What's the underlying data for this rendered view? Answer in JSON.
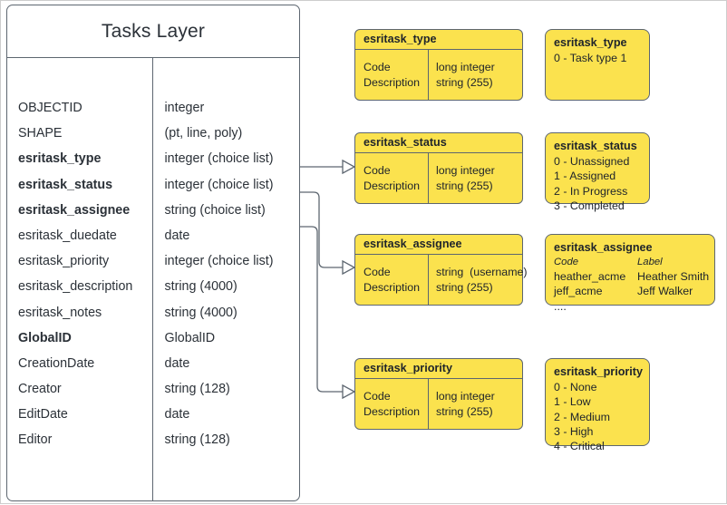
{
  "diagram": {
    "title": "Tasks Layer",
    "accent_yellow": "#fbe24e",
    "stroke": "#5d6670",
    "frame": "#cdcdcd"
  },
  "tasks_layer": {
    "title": "Tasks Layer",
    "fields": [
      {
        "name": "OBJECTID",
        "type": "integer",
        "bold": false
      },
      {
        "name": "SHAPE",
        "type": "(pt, line, poly)",
        "bold": false
      },
      {
        "name": "esritask_type",
        "type": "integer (choice list)",
        "bold": true
      },
      {
        "name": "esritask_status",
        "type": "integer (choice list)",
        "bold": true
      },
      {
        "name": "esritask_assignee",
        "type": "string (choice list)",
        "bold": true
      },
      {
        "name": "esritask_duedate",
        "type": "date",
        "bold": false
      },
      {
        "name": "esritask_priority",
        "type": "integer (choice list)",
        "bold": false
      },
      {
        "name": "esritask_description",
        "type": "string (4000)",
        "bold": false
      },
      {
        "name": "esritask_notes",
        "type": "string (4000)",
        "bold": false
      },
      {
        "name": "GlobalID",
        "type": "GlobalID",
        "bold": true
      },
      {
        "name": "CreationDate",
        "type": "date",
        "bold": false
      },
      {
        "name": "Creator",
        "type": "string (128)",
        "bold": false
      },
      {
        "name": "EditDate",
        "type": "date",
        "bold": false
      },
      {
        "name": "Editor",
        "type": "string (128)",
        "bold": false
      }
    ]
  },
  "tables": [
    {
      "id": "type",
      "title": "esritask_type",
      "fields": [
        "Code",
        "Description"
      ],
      "types": [
        "long integer",
        "string (255)"
      ]
    },
    {
      "id": "status",
      "title": "esritask_status",
      "fields": [
        "Code",
        "Description"
      ],
      "types": [
        "long integer",
        "string (255)"
      ]
    },
    {
      "id": "assignee",
      "title": "esritask_assignee",
      "fields": [
        "Code",
        "Description"
      ],
      "types": [
        "string  (username)",
        "string (255)"
      ]
    },
    {
      "id": "priority",
      "title": "esritask_priority",
      "fields": [
        "Code",
        "Description"
      ],
      "types": [
        "long integer",
        "string (255)"
      ]
    }
  ],
  "domains": [
    {
      "id": "type",
      "title": "esritask_type",
      "lines": [
        "0 - Task type 1"
      ]
    },
    {
      "id": "status",
      "title": "esritask_status",
      "lines": [
        "0 - Unassigned",
        "1 - Assigned",
        "2 - In Progress",
        "3 - Completed"
      ]
    },
    {
      "id": "assignee",
      "title": "esritask_assignee",
      "header": {
        "code": "Code",
        "label": "Label"
      },
      "rows": [
        {
          "code": "heather_acme",
          "label": "Heather Smith"
        },
        {
          "code": "jeff_acme",
          "label": "Jeff Walker"
        }
      ],
      "ellipsis": "...."
    },
    {
      "id": "priority",
      "title": "esritask_priority",
      "lines": [
        "0 - None",
        "1 - Low",
        "2 - Medium",
        "3 - High",
        "4 - Critical"
      ]
    }
  ]
}
